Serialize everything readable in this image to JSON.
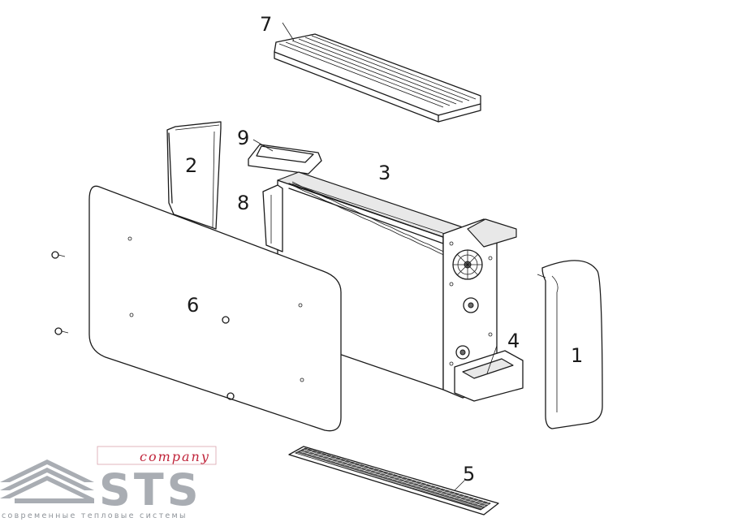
{
  "callouts": [
    {
      "id": "1",
      "label": "1"
    },
    {
      "id": "2",
      "label": "2"
    },
    {
      "id": "3",
      "label": "3"
    },
    {
      "id": "4",
      "label": "4"
    },
    {
      "id": "5",
      "label": "5"
    },
    {
      "id": "6",
      "label": "6"
    },
    {
      "id": "7",
      "label": "7"
    },
    {
      "id": "8",
      "label": "8"
    },
    {
      "id": "9",
      "label": "9"
    }
  ],
  "logo": {
    "brand": "STS",
    "company": "company",
    "subtitle": "современные тепловые системы",
    "colors": {
      "brand": "#a9adb3",
      "company": "#c0243a"
    }
  },
  "colors": {
    "line": "#1a1a1a",
    "background": "#ffffff"
  }
}
